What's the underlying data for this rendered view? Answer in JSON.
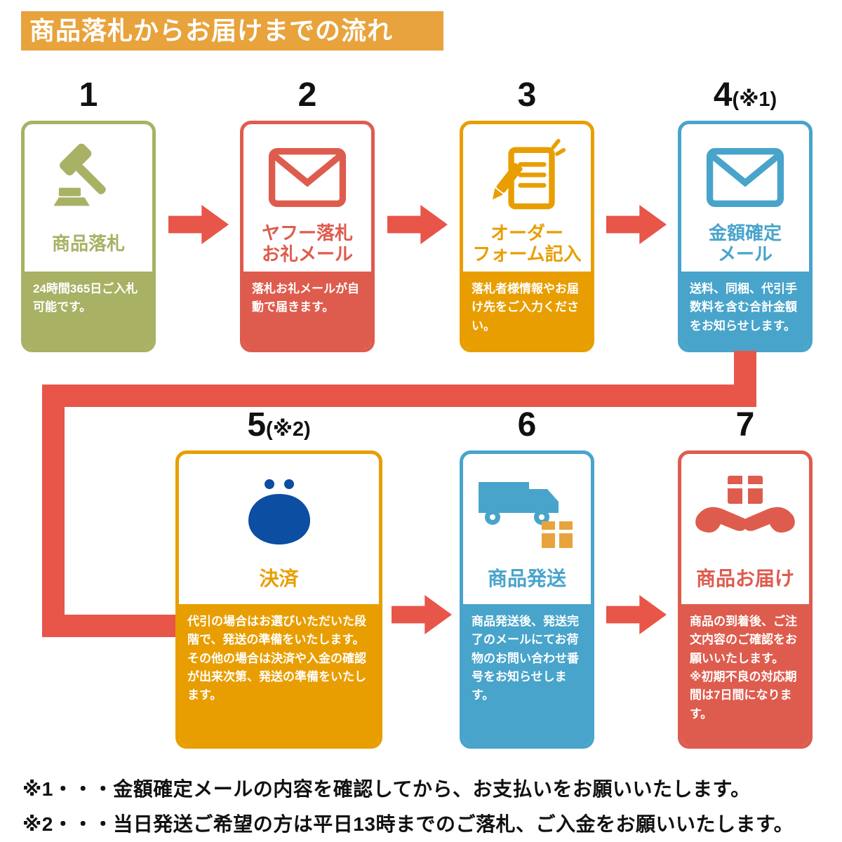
{
  "header": {
    "title": "商品落札からお届けまでの流れ"
  },
  "colors": {
    "banner": "#E8A33C",
    "arrow": "#E85549",
    "number_text": "#111111"
  },
  "steps": [
    {
      "number": "1",
      "note": "",
      "icon": "gavel-icon",
      "color": "#A9B164",
      "icon_color": "#A9B164",
      "title": "商品落札",
      "desc": "24時間365日ご入札可能です。"
    },
    {
      "number": "2",
      "note": "",
      "icon": "mail-icon",
      "color": "#DE5C4E",
      "icon_color": "#DE5C4E",
      "title": "ヤフー落札\nお礼メール",
      "desc": "落札お礼メールが自動で届きます。"
    },
    {
      "number": "3",
      "note": "",
      "icon": "order-form-icon",
      "color": "#E89E00",
      "icon_color": "#E89E00",
      "title": "オーダー\nフォーム記入",
      "desc": "落札者様情報やお届け先をご入力ください。"
    },
    {
      "number": "4",
      "note": "(※1)",
      "icon": "mail-icon",
      "color": "#48A4CB",
      "icon_color": "#48A4CB",
      "title": "金額確定\nメール",
      "desc": "送料、同梱、代引手数料を含む合計金額をお知らせします。"
    },
    {
      "number": "5",
      "note": "(※2)",
      "icon": "coin-purse-icon",
      "color": "#E89E00",
      "icon_color": "#0C4EA2",
      "title": "決済",
      "desc": "代引の場合はお選びいただいた段階で、発送の準備をいたします。\nその他の場合は決済や入金の確認が出来次第、発送の準備をいたします。"
    },
    {
      "number": "6",
      "note": "",
      "icon": "truck-icon",
      "color": "#48A4CB",
      "icon_color": "#48A4CB",
      "title": "商品発送",
      "desc": "商品発送後、発送完了のメールにてお荷物のお問い合わせ番号をお知らせします。"
    },
    {
      "number": "7",
      "note": "",
      "icon": "delivery-hands-icon",
      "color": "#DE5C4E",
      "icon_color": "#DE5C4E",
      "title": "商品お届け",
      "desc": "商品の到着後、ご注文内容のご確認をお願いいたします。\n※初期不良の対応期間は7日間になります。"
    }
  ],
  "footnotes": [
    "※1・・・金額確定メールの内容を確認してから、お支払いをお願いいたします。",
    "※2・・・当日発送ご希望の方は平日13時までのご落札、ご入金をお願いいたします。"
  ]
}
